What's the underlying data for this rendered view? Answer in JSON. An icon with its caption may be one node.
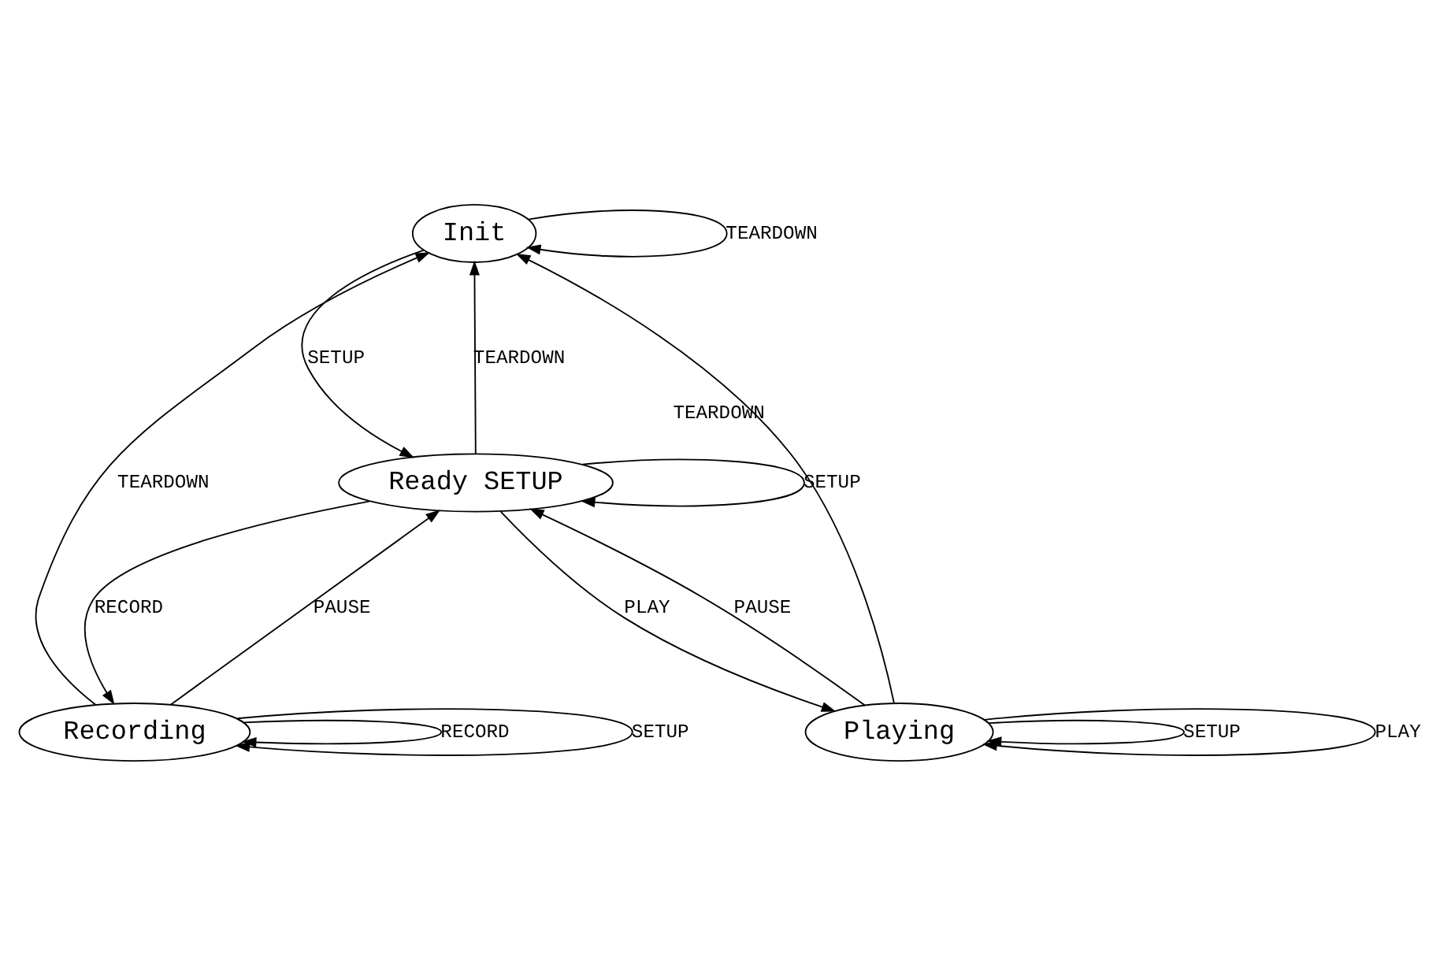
{
  "diagram": {
    "nodes": [
      {
        "text": [
          "Init"
        ]
      },
      {
        "text": [
          "Recording"
        ]
      },
      {
        "text": [
          "Ready SETUP"
        ]
      },
      {
        "text": [
          "Playing"
        ]
      }
    ],
    "edges": [
      {
        "from": 0,
        "to": 0,
        "arrow": "to",
        "label": "TEARDOWN"
      },
      {
        "from": 1,
        "to": 1,
        "arrow": "to",
        "label": "RECORD"
      },
      {
        "from": 1,
        "to": 1,
        "arrow": "to",
        "label": "SETUP"
      },
      {
        "from": 1,
        "to": 0,
        "arrow": "to",
        "label": "TEARDOWN"
      },
      {
        "from": 0,
        "to": 2,
        "arrow": "to",
        "label": "SETUP"
      },
      {
        "from": 2,
        "to": 0,
        "arrow": "to",
        "label": "TEARDOWN"
      },
      {
        "from": 2,
        "to": 1,
        "arrow": "to",
        "label": "RECORD"
      },
      {
        "from": 1,
        "to": 2,
        "arrow": "to",
        "label": "PAUSE"
      },
      {
        "from": 3,
        "to": 0,
        "arrow": "to",
        "label": "TEARDOWN"
      },
      {
        "from": 2,
        "to": 3,
        "arrow": "to",
        "label": "PLAY"
      },
      {
        "from": 3,
        "to": 2,
        "arrow": "to",
        "label": "PAUSE"
      },
      {
        "from": 2,
        "to": 2,
        "arrow": "to",
        "label": "SETUP"
      },
      {
        "from": 3,
        "to": 3,
        "arrow": "to",
        "label": "SETUP"
      },
      {
        "from": 3,
        "to": 3,
        "arrow": "to",
        "label": "PLAY"
      }
    ]
  }
}
